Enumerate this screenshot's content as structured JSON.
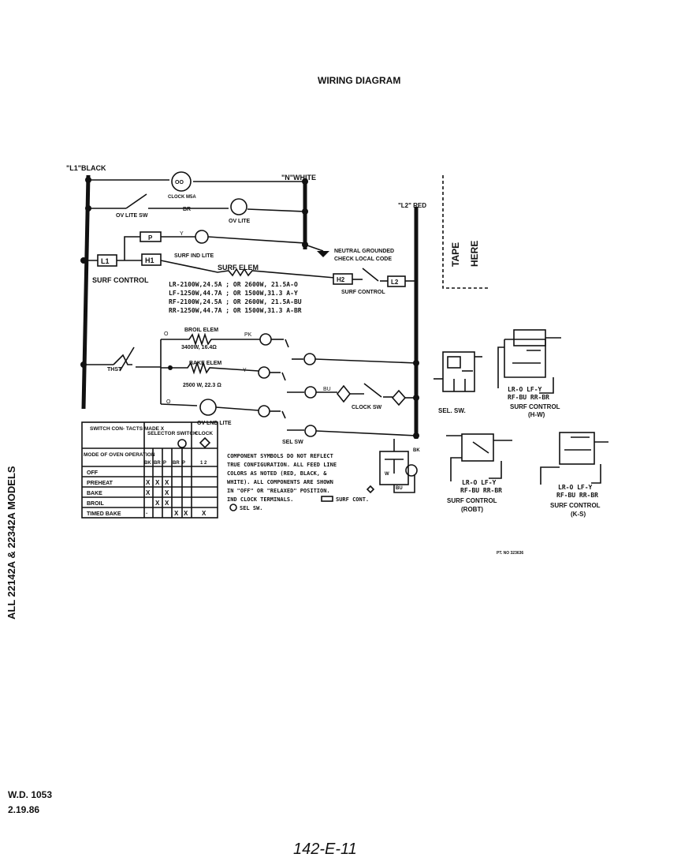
{
  "title": "WIRING DIAGRAM",
  "side_label": "ALL 22142A & 22342A MODELS",
  "footer": {
    "wd": "W.D. 1053",
    "date": "2.19.86",
    "handwritten": "142-E-11",
    "part_no": "PT. NO 323636"
  },
  "tape_here": [
    "TAPE",
    "HERE"
  ],
  "bus": {
    "l1": "\"L1\"BLACK",
    "n": "\"N\"WHITE",
    "l2": "\"L2\" RED"
  },
  "labels": {
    "clock": "CLOCK M5A",
    "ov_lite_sw": "OV LITE SW",
    "br": "BR",
    "ov_lite": "OV LITE",
    "p": "P",
    "y": "Y",
    "surf_ind_lite": "SURF IND LITE",
    "h1": "H1",
    "l1box": "L1",
    "surf_elem": "SURF ELEM",
    "surf_control_left": "SURF CONTROL",
    "neutral": "NEUTRAL GROUNDED",
    "check_local": "CHECK LOCAL CODE",
    "h2": "H2",
    "l2box": "L2",
    "surf_control_right": "SURF CONTROL",
    "ratings": [
      "LR-2100W,24.5A ; OR 2600W, 21.5A-O",
      "LF-1250W,44.7A ; OR 1500W,31.3 A-Y",
      "RF-2100W,24.5A ; OR 2600W, 21.5A-BU",
      "RR-1250W,44.7A ; OR 1500W,31.3 A-BR"
    ],
    "broil_elem": "BROIL ELEM",
    "broil_rating": "3400W, 16.4Ω",
    "bake_elem": "BAKE ELEM",
    "bake_rating": "2500 W, 22.3 Ω",
    "thst": "THST",
    "ov_lnd_lite": "OV LND LITE",
    "clock_sw": "CLOCK SW",
    "sel_sw": "SEL SW",
    "o": "O",
    "pk": "PK",
    "bu": "BU",
    "bk": "BK",
    "w": "W"
  },
  "note": [
    "COMPONENT SYMBOLS DO NOT REFLECT",
    "TRUE CONFIGURATION.  ALL FEED LINE",
    "COLORS AS NOTED (RED, BLACK, &",
    "WHITE).  ALL COMPONENTS ARE SHOWN",
    "IN \"OFF\" OR \"RELAXED\" POSITION.",
    "IND CLOCK TERMINALS.",
    "SURF CONT.",
    "SEL SW."
  ],
  "table": {
    "header1": "SWITCH CON- TACTS MADE X",
    "header2": "SELECTOR SWITCH",
    "header3": "CLOCK",
    "mode_header": "MODE OF OVEN OPERATION",
    "cols": [
      "BK",
      "BR",
      "P",
      "BR",
      "P",
      "1 2"
    ],
    "rows": [
      {
        "mode": "OFF",
        "marks": [
          "",
          "",
          "",
          "",
          "",
          ""
        ]
      },
      {
        "mode": "PREHEAT",
        "marks": [
          "X",
          "X",
          "X",
          "",
          "",
          ""
        ]
      },
      {
        "mode": "BAKE",
        "marks": [
          "X",
          "",
          "X",
          "",
          "",
          ""
        ]
      },
      {
        "mode": "BROIL",
        "marks": [
          "",
          "X",
          "X",
          "",
          "",
          ""
        ]
      },
      {
        "mode": "TIMED BAKE",
        "marks": [
          "·",
          "",
          "",
          "X",
          "X",
          "X"
        ]
      }
    ]
  },
  "details": {
    "sel_sw": "SEL. SW.",
    "surf_hw": [
      "SURF CONTROL",
      "(H-W)"
    ],
    "surf_robt": [
      "SURF CONTROL",
      "(ROBT)"
    ],
    "surf_ks": [
      "SURF CONTROL",
      "(K-S)"
    ],
    "codes_hw": [
      "LR-O  LF-Y",
      "RF-BU  RR-BR"
    ],
    "codes_robt": [
      "LR-O  LF-Y",
      "RF-BU  RR-BR"
    ],
    "codes_ks": [
      "LR-O  LF-Y",
      "RF-BU  RR-BR"
    ]
  }
}
